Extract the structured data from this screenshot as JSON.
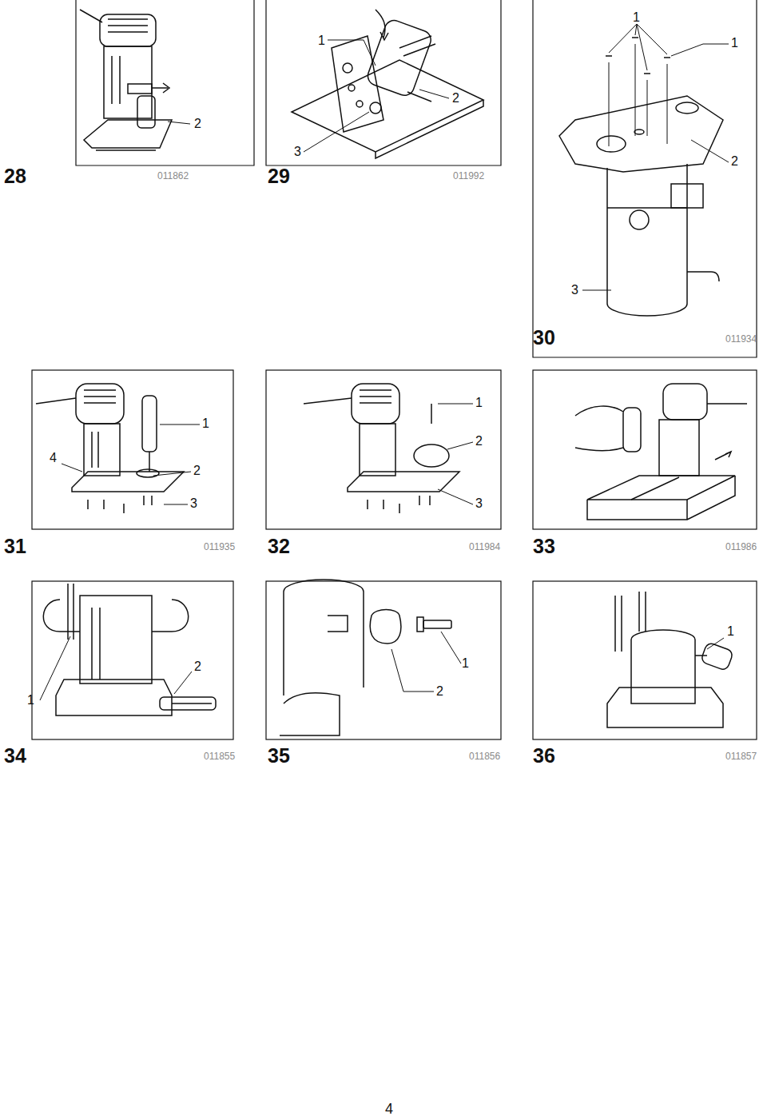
{
  "diagram": {
    "labels": [
      "2",
      "28",
      "011862",
      "1",
      "2",
      "3",
      "29",
      "011992",
      "1",
      "1",
      "2",
      "3",
      "30",
      "011934",
      "1",
      "4",
      "2",
      "3",
      "31",
      "011935",
      "1",
      "2",
      "3",
      "32",
      "011984",
      "33",
      "011986",
      "2",
      "1",
      "34",
      "011855",
      "1",
      "2",
      "35",
      "011856",
      "1",
      "36",
      "011857",
      "4"
    ]
  }
}
